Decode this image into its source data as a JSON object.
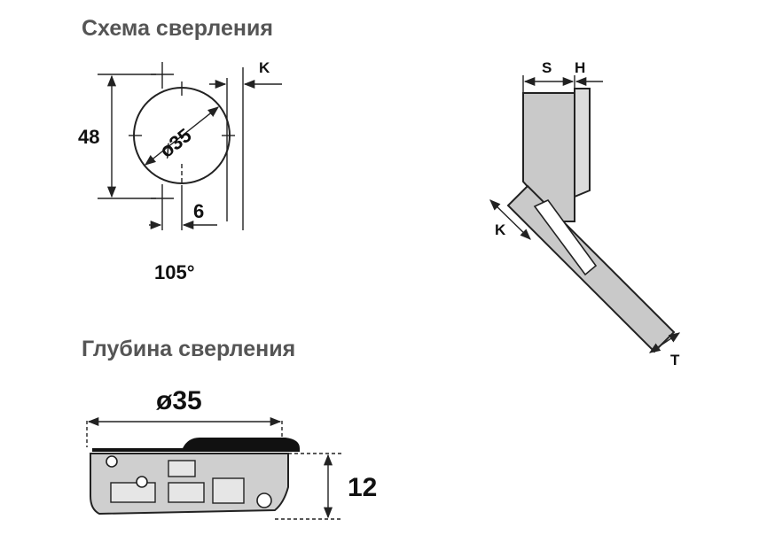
{
  "titles": {
    "drilling_scheme": "Схема сверления",
    "drilling_depth": "Глубина сверления"
  },
  "scheme": {
    "height_dim": "48",
    "diameter_dim": "ø35",
    "offset_dim": "6",
    "k_dim": "K",
    "angle_label": "105°"
  },
  "side_view": {
    "s_dim": "S",
    "h_dim": "H",
    "k_dim": "K",
    "t_dim": "T"
  },
  "depth": {
    "diameter_dim": "ø35",
    "depth_dim": "12"
  },
  "colors": {
    "title": "#555555",
    "line": "#222222",
    "fill_gray": "#c9c9c9"
  }
}
